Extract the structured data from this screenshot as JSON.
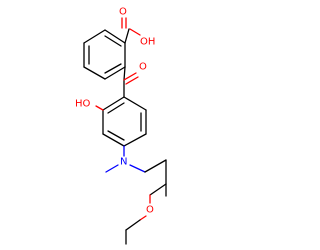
{
  "molecule": {
    "colors": {
      "carbon_bond": "#000000",
      "oxygen": "#ff0000",
      "nitrogen": "#0000ff"
    },
    "labels": {
      "carboxylic_oh": "OH",
      "carboxylic_o": "O",
      "ketone_o": "O",
      "phenol_ho": "HO",
      "amine_n": "N",
      "ether_o": "O"
    }
  }
}
